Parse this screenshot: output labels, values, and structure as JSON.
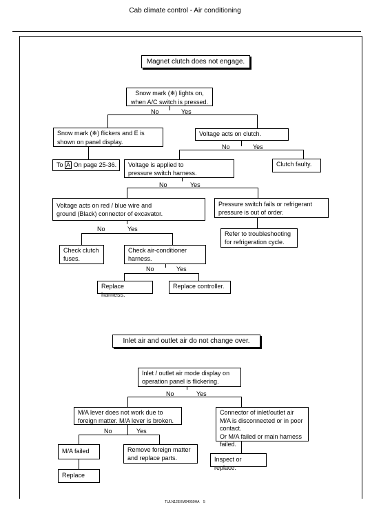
{
  "header": {
    "title": "Cab climate control - Air conditioning"
  },
  "footer": {
    "code": "TULN12EXM04050HA",
    "page": "5"
  },
  "flow1": {
    "title": "Magnet clutch does not engage.",
    "q1": {
      "text_a": "Snow mark (",
      "icon": "snowflake-icon",
      "text_b": ") lights on,\nwhen A/C switch is pressed."
    },
    "no_1": "No",
    "yes_1": "Yes",
    "a1": {
      "text_a": "Snow mark (",
      "icon": "snowflake-icon",
      "text_b": ") flickers and E is\nshown on panel display."
    },
    "q2": "Voltage acts on clutch.",
    "no_2": "No",
    "yes_2": "Yes",
    "goto": {
      "prefix": "To",
      "ref": "A",
      "suffix": "On page 25-36."
    },
    "q3": "Voltage is applied to\npressure switch harness.",
    "clutch_faulty": "Clutch faulty.",
    "no_3": "No",
    "yes_3": "Yes",
    "q4": "Voltage acts on red / blue wire and\nground (Black) connector of excavator.",
    "pressure": "Pressure switch fails or refrigerant\npressure is out of order.",
    "refer": "Refer to troubleshooting\nfor refrigeration cycle.",
    "no_4": "No",
    "yes_4": "Yes",
    "check_fuses": "Check clutch\nfuses.",
    "check_harness": "Check air-conditioner\nharness.",
    "no_5": "No",
    "yes_5": "Yes",
    "replace_harness": "Replace harness.",
    "replace_controller": "Replace controller."
  },
  "flow2": {
    "title": "Inlet air and outlet air do not change over.",
    "q1": "Inlet / outlet air mode display on\noperation panel is flickering.",
    "no_1": "No",
    "yes_1": "Yes",
    "ma_lever": "M/A lever does not work due to\nforeign matter. M/A lever is broken.",
    "connector": "Connector of inlet/outlet air\nM/A is disconnected or in poor\ncontact.\nOr M/A failed or main harness failed.",
    "no_2": "No",
    "yes_2": "Yes",
    "ma_failed": "M/A failed",
    "remove": "Remove foreign matter\nand replace parts.",
    "inspect": "Inspect or replace.",
    "replace": "Replace"
  }
}
